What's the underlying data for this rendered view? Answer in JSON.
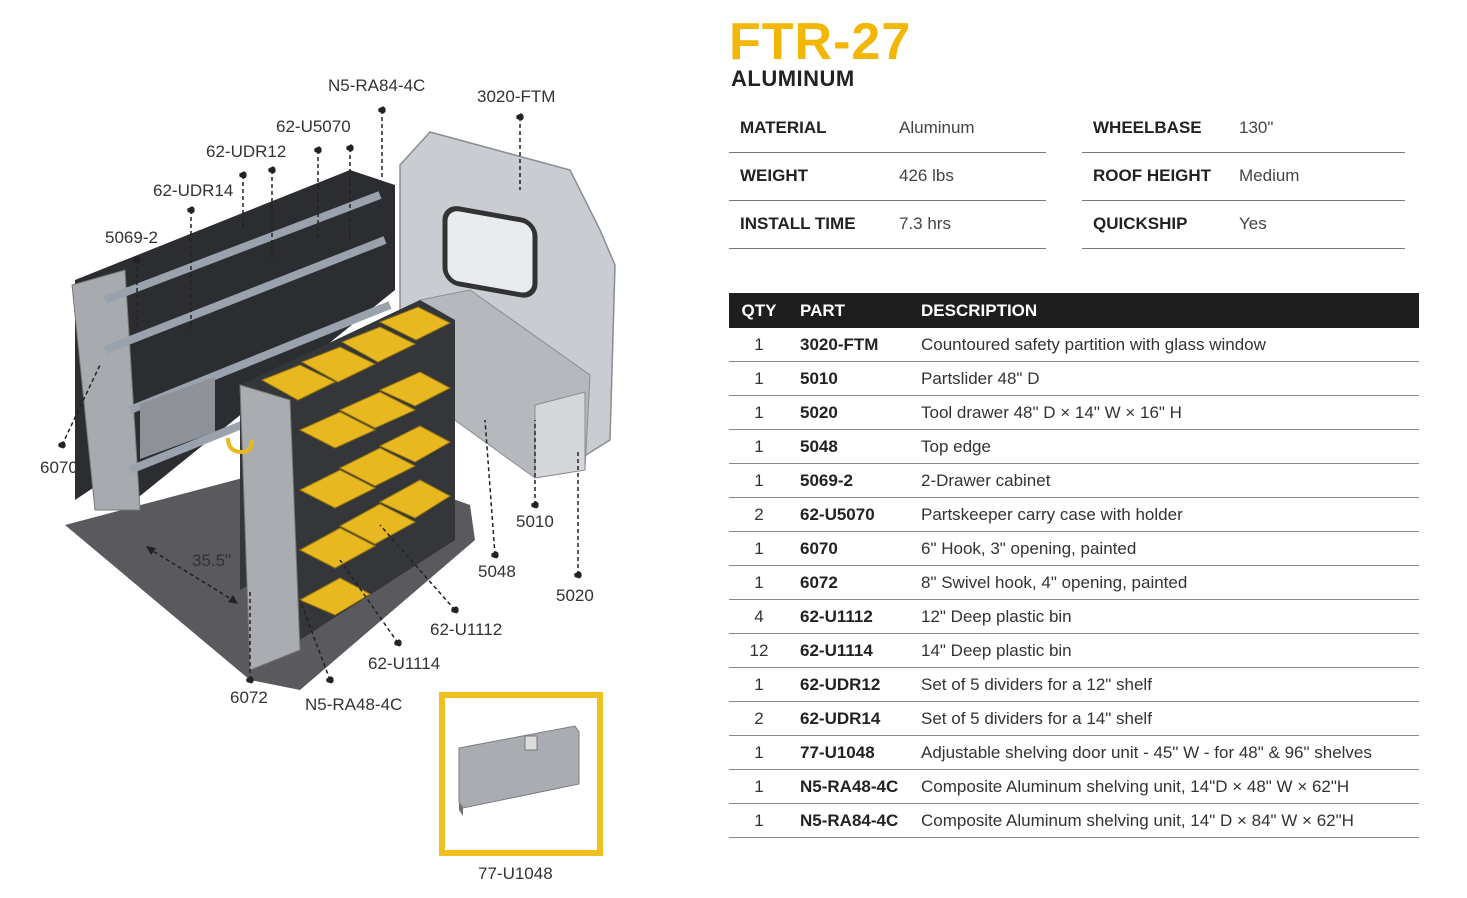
{
  "product": {
    "title": "FTR-27",
    "subtitle": "ALUMINUM"
  },
  "colors": {
    "accent": "#f2b705",
    "header_bg": "#1e1e1e",
    "bin_yellow": "#e8b820"
  },
  "specs": {
    "left": [
      {
        "key": "MATERIAL",
        "value": "Aluminum"
      },
      {
        "key": "WEIGHT",
        "value": "426 lbs"
      },
      {
        "key": "INSTALL TIME",
        "value": "7.3 hrs"
      }
    ],
    "right": [
      {
        "key": "WHEELBASE",
        "value": "130\""
      },
      {
        "key": "ROOF HEIGHT",
        "value": "Medium"
      },
      {
        "key": "QUICKSHIP",
        "value": "Yes"
      }
    ]
  },
  "table": {
    "headers": {
      "qty": "QTY",
      "part": "PART",
      "description": "DESCRIPTION"
    },
    "rows": [
      {
        "qty": "1",
        "part": "3020-FTM",
        "description": "Countoured safety partition with glass window"
      },
      {
        "qty": "1",
        "part": "5010",
        "description": "Partslider 48\" D"
      },
      {
        "qty": "1",
        "part": "5020",
        "description": "Tool drawer 48\" D × 14\" W × 16\" H"
      },
      {
        "qty": "1",
        "part": "5048",
        "description": "Top edge"
      },
      {
        "qty": "1",
        "part": "5069-2",
        "description": "2-Drawer cabinet"
      },
      {
        "qty": "2",
        "part": "62-U5070",
        "description": "Partskeeper carry case with holder"
      },
      {
        "qty": "1",
        "part": "6070",
        "description": "6\" Hook, 3\" opening, painted"
      },
      {
        "qty": "1",
        "part": "6072",
        "description": "8\" Swivel hook, 4\" opening, painted"
      },
      {
        "qty": "4",
        "part": "62-U1112",
        "description": "12\" Deep plastic bin"
      },
      {
        "qty": "12",
        "part": "62-U1114",
        "description": "14\" Deep plastic bin"
      },
      {
        "qty": "1",
        "part": "62-UDR12",
        "description": "Set of 5 dividers for a 12\" shelf"
      },
      {
        "qty": "2",
        "part": "62-UDR14",
        "description": "Set of 5 dividers for a 14\" shelf"
      },
      {
        "qty": "1",
        "part": "77-U1048",
        "description": "Adjustable shelving door unit - 45\" W - for 48\" & 96\" shelves"
      },
      {
        "qty": "1",
        "part": "N5-RA48-4C",
        "description": "Composite Aluminum shelving unit, 14\"D × 48\" W × 62\"H"
      },
      {
        "qty": "1",
        "part": "N5-RA84-4C",
        "description": "Composite Aluminum shelving unit, 14\" D × 84\" W × 62\"H"
      }
    ]
  },
  "callouts": {
    "n5_ra84": "N5-RA84-4C",
    "ftm": "3020-FTM",
    "u5070": "62-U5070",
    "udr12": "62-UDR12",
    "udr14": "62-UDR14",
    "cab": "5069-2",
    "hook6070": "6070",
    "s5010": "5010",
    "s5048": "5048",
    "s5020": "5020",
    "u1112": "62-U1112",
    "u1114": "62-U1114",
    "dim": "35.5\"",
    "hook6072": "6072",
    "n5_ra48": "N5-RA48-4C",
    "door": "77-U1048"
  }
}
